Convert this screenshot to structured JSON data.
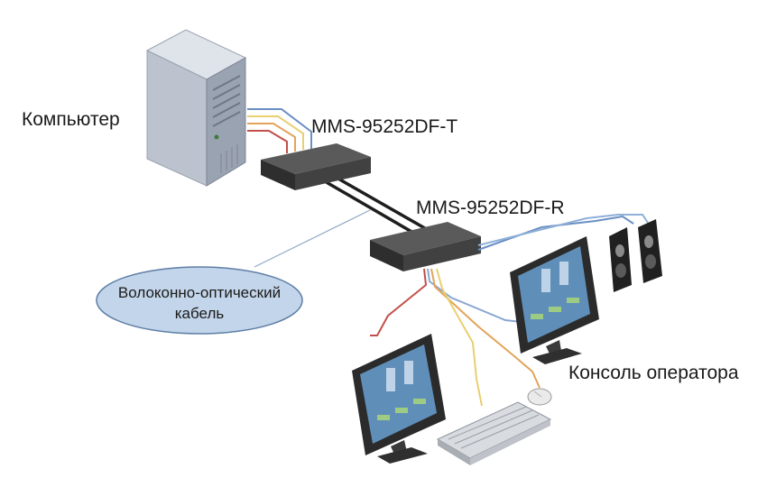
{
  "labels": {
    "computer": "Компьютер",
    "transmitter": "MMS-95252DF-T",
    "receiver": "MMS-95252DF-R",
    "fiber_line1": "Волоконно-оптический",
    "fiber_line2": "кабель",
    "console": "Консоль оператора"
  },
  "colors": {
    "fiber_bubble": "#c3d5ea",
    "fiber_bubble_border": "#5d7fa6",
    "device_body": "#3c3c3c",
    "tower_body": "#c7cdd8",
    "screen": "#5f8fb9",
    "cable_blue": "#6a8fc4",
    "cable_red": "#c24f4a",
    "cable_orange": "#e2a45a",
    "cable_yellow": "#e8cf70"
  }
}
